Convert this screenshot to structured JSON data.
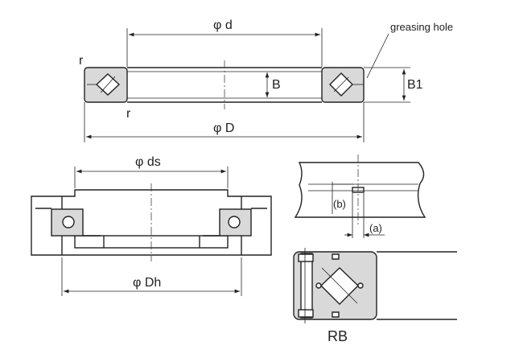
{
  "labels": {
    "phi_d": "φ d",
    "greasing_hole": "greasing hole",
    "r_top": "r",
    "r_bottom": "r",
    "B": "B",
    "B1": "B1",
    "phi_D": "φ D",
    "phi_ds": "φ ds",
    "phi_Dh": "φ Dh",
    "b": "(b)",
    "a": "(a)",
    "RB": "RB"
  }
}
